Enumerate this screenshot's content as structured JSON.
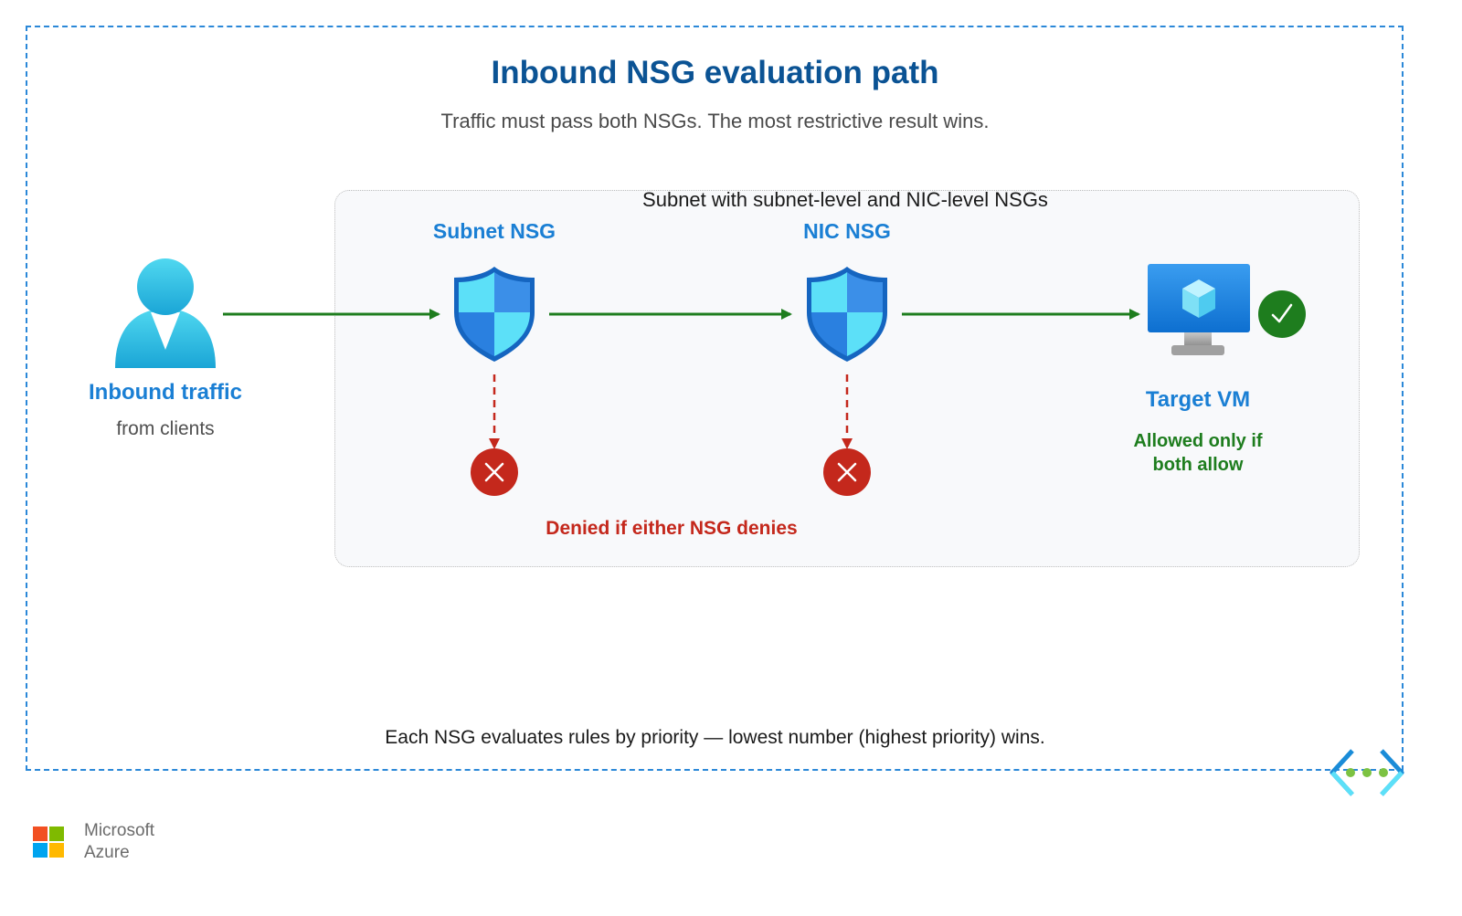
{
  "title": "Inbound NSG evaluation path",
  "subtitle": "Traffic must pass both NSGs. The most restrictive result wins.",
  "subnet_label": "Subnet with subnet-level and NIC-level NSGs",
  "nodes": {
    "source": {
      "title": "Inbound traffic",
      "caption": "from clients",
      "icon": "user-icon"
    },
    "subnet_nsg": {
      "title": "Subnet NSG",
      "icon": "shield-icon"
    },
    "nic_nsg": {
      "title": "NIC NSG",
      "icon": "shield-icon"
    },
    "target": {
      "title": "Target VM",
      "caption_line1": "Allowed only if",
      "caption_line2": "both allow",
      "icon": "virtual-machine-icon"
    }
  },
  "deny_label": "Denied if either NSG denies",
  "footer_note": "Each NSG evaluates rules by priority — lowest number (highest priority) wins.",
  "brand": {
    "line1": "Microsoft",
    "line2": "Azure"
  },
  "colors": {
    "allow": "#1e7d1e",
    "deny": "#c4281c",
    "accent": "#1a7fd4",
    "title": "#0b5394",
    "frame": "#2b88d8"
  }
}
